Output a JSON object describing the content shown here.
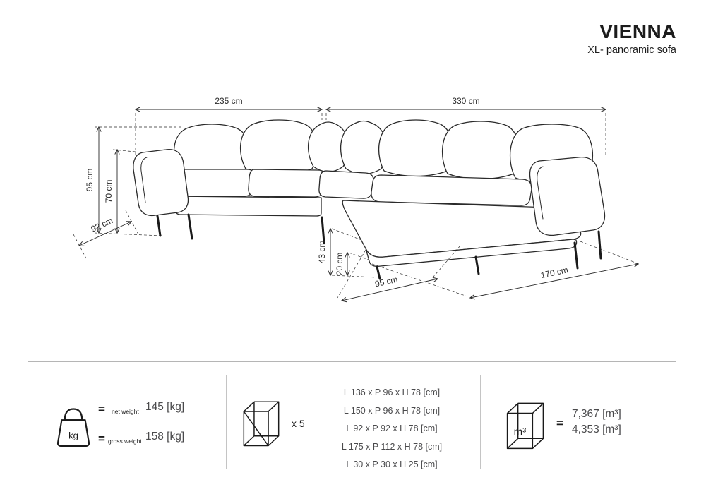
{
  "header": {
    "title": "VIENNA",
    "subtitle": "XL- panoramic sofa"
  },
  "diagram": {
    "dimensions": {
      "width_left": "235 cm",
      "width_right": "330 cm",
      "height_total": "95 cm",
      "height_seat_back": "70 cm",
      "depth_side": "92 cm",
      "seat_height": "43 cm",
      "base_height": "20 cm",
      "chaise_depth": "95 cm",
      "chaise_width": "170 cm"
    }
  },
  "specs": {
    "weight": {
      "icon_label": "kg",
      "net": {
        "equals": "=",
        "label": "net weight",
        "value": "145 [kg]"
      },
      "gross": {
        "equals": "=",
        "label": "gross weight",
        "value": "158 [kg]"
      }
    },
    "packages": {
      "count": "x 5",
      "items": [
        "L 136 x P 96 x H 78 [cm]",
        "L 150 x P 96 x H 78 [cm]",
        "L 92 x P 92 x H 78 [cm]",
        "L 175 x P 112 x H 78 [cm]",
        "L 30 x P 30 x H 25 [cm]"
      ]
    },
    "volume": {
      "icon_label": "m³",
      "equals": "=",
      "value_1": "7,367 [m³]",
      "value_2": "4,353 [m³]"
    }
  }
}
